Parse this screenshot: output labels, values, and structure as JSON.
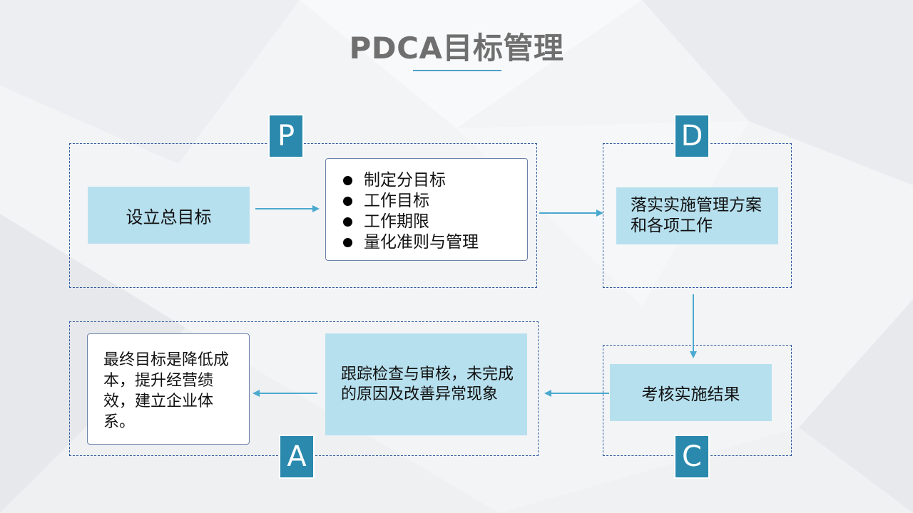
{
  "title": "PDCA目标管理",
  "badges": {
    "p": "P",
    "d": "D",
    "c": "C",
    "a": "A"
  },
  "plan": {
    "goal": "设立总目标",
    "items": [
      {
        "text": "制定分目标"
      },
      {
        "text": "工作目标"
      },
      {
        "text": "工作期限"
      },
      {
        "text": "量化准则与管理"
      }
    ]
  },
  "do": {
    "text": "落实实施管理方案和各项工作"
  },
  "check": {
    "text": "考核实施结果"
  },
  "act": {
    "track": "跟踪检查与审核，未完成的原因及改善异常现象",
    "result": "最终目标是降低成本，提升经营绩效，建立企业体系。"
  },
  "colors": {
    "badge": "#2a89ad",
    "box": "#b7e0ee",
    "arrow": "#4aa9cf",
    "frame": "#2f5aa0"
  }
}
